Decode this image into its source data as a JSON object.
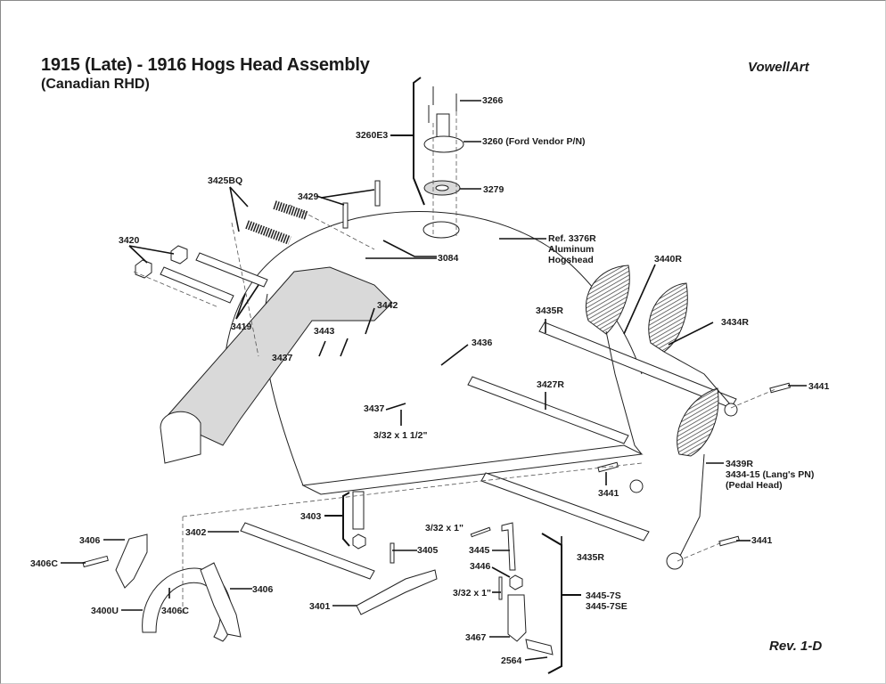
{
  "header": {
    "title": "1915 (Late) - 1916 Hogs Head Assembly",
    "subtitle": "(Canadian RHD)",
    "brand": "VowellArt",
    "revision": "Rev. 1-D"
  },
  "callouts": {
    "c3266": "3266",
    "c3260E3": "3260E3",
    "c3260": "3260 (Ford Vendor P/N)",
    "c3279": "3279",
    "c3425BQ": "3425BQ",
    "c3429": "3429",
    "c3420": "3420",
    "c3084": "3084",
    "ref_line1": "Ref. 3376R",
    "ref_line2": "Aluminum",
    "ref_line3": "Hogshead",
    "c3440R": "3440R",
    "c3419": "3419",
    "c3442": "3442",
    "c3435R_top": "3435R",
    "c3434R": "3434R",
    "c3443": "3443",
    "c3437_top": "3437",
    "c3436": "3436",
    "c3427R": "3427R",
    "c3441_top": "3441",
    "c3437_bottom": "3437",
    "pin_1_5": "3/32 x 1 1/2\"",
    "c3439R_line1": "3439R",
    "c3439R_line2": "3434-15 (Lang's PN)",
    "c3439R_line3": "(Pedal Head)",
    "c3441_mid": "3441",
    "c3403": "3403",
    "c3402": "3402",
    "c3406_left": "3406",
    "c3406C_left": "3406C",
    "pin_1_a": "3/32 x 1\"",
    "c3405": "3405",
    "c3445": "3445",
    "c3441_right": "3441",
    "c3435R_bottom": "3435R",
    "c3446": "3446",
    "c3406_right": "3406",
    "pin_1_b": "3/32 x 1\"",
    "c3445_7S": "3445-7S",
    "c3445_7SE": "3445-7SE",
    "c3401": "3401",
    "c3400U": "3400U",
    "c3406C_bottom": "3406C",
    "c3467": "3467",
    "c2564": "2564"
  }
}
